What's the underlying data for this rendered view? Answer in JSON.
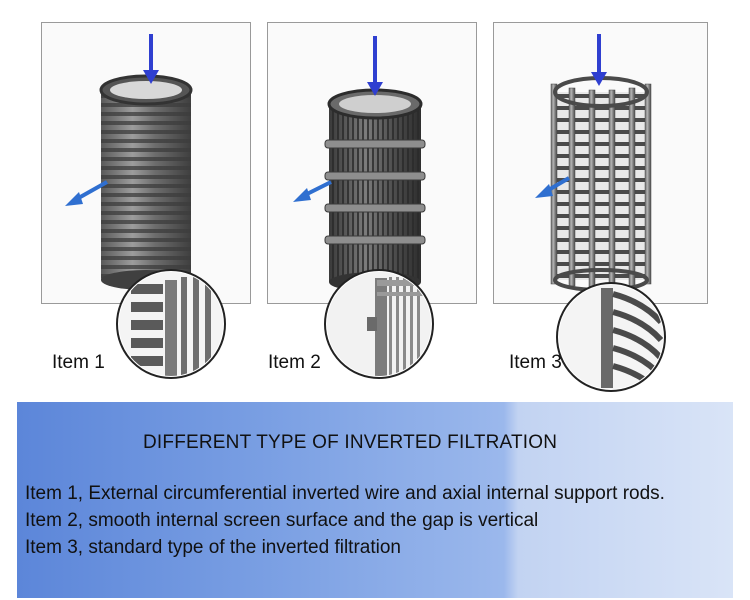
{
  "items": [
    {
      "label": "Item 1"
    },
    {
      "label": "Item 2"
    },
    {
      "label": "Item 3"
    }
  ],
  "caption": {
    "title": "DIFFERENT TYPE OF INVERTED  FILTRATION",
    "lines": [
      "Item 1, External circumferential inverted wire and axial internal support rods.",
      "Item 2, smooth  internal screen surface and the gap is vertical",
      "Item 3, standard type of the inverted filtration"
    ]
  },
  "colors": {
    "arrow": "#2f3fd0",
    "screen_dark": "#4a4a4a",
    "screen_light": "#8a8a8a",
    "caption_bg_left": "#5c86d9",
    "caption_bg_right": "#d9e4f7"
  }
}
